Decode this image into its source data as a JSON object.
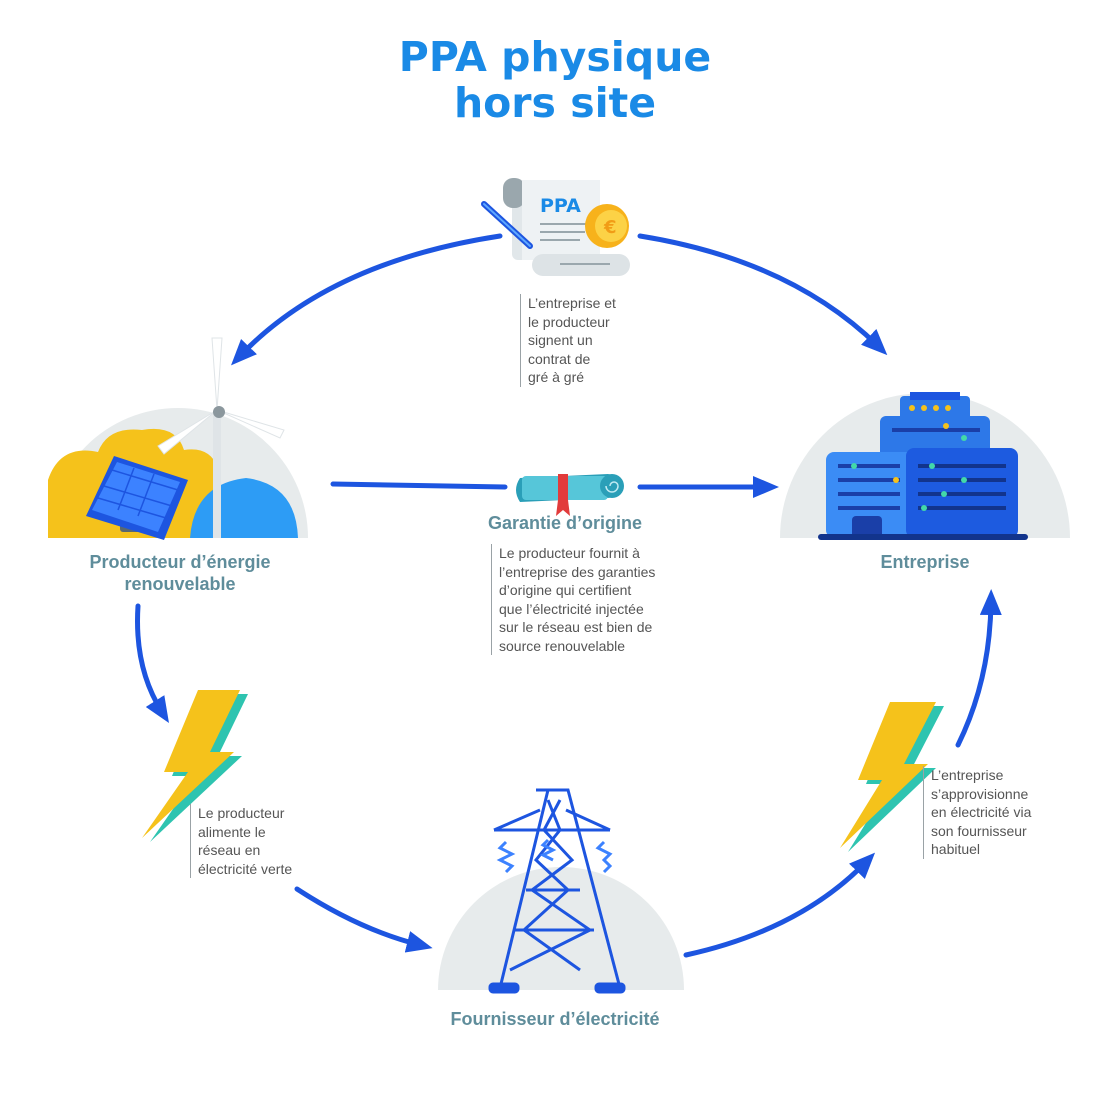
{
  "title": {
    "line1": "PPA physique",
    "line2": "hors site"
  },
  "colors": {
    "title": "#1a8ae6",
    "arrow": "#1d55e0",
    "label": "#5f8d9b",
    "note": "#555555",
    "bolt": "#f5c21b",
    "bolt_shadow": "#2ec4b0",
    "circle_bg": "#e7ebec"
  },
  "nodes": {
    "contract": {
      "badge": "PPA",
      "icon": "contract-document-icon",
      "coin_icon": "euro-coin-icon"
    },
    "producer": {
      "label_line1": "Producteur d’énergie",
      "label_line2": "renouvelable",
      "icon": "wind-solar-icon"
    },
    "company": {
      "label": "Entreprise",
      "icon": "office-building-icon"
    },
    "supplier": {
      "label": "Fournisseur d’électricité",
      "icon": "power-pylon-icon"
    },
    "guarantee": {
      "label": "Garantie d’origine",
      "icon": "certificate-scroll-icon"
    }
  },
  "notes": {
    "contract": [
      "L’entreprise et",
      "le producteur",
      "signent un",
      "contrat de",
      "gré à gré"
    ],
    "guarantee": [
      "Le producteur fournit à",
      "l’entreprise des garanties",
      "d’origine qui certifient",
      "que l’électricité injectée",
      "sur le réseau est bien de",
      "source renouvelable"
    ],
    "producer_grid": [
      "Le producteur",
      "alimente le",
      "réseau en",
      "électricité verte"
    ],
    "company_supply": [
      "L’entreprise",
      "s’approvisionne",
      "en électricité via",
      "son fournisseur",
      "habituel"
    ]
  }
}
